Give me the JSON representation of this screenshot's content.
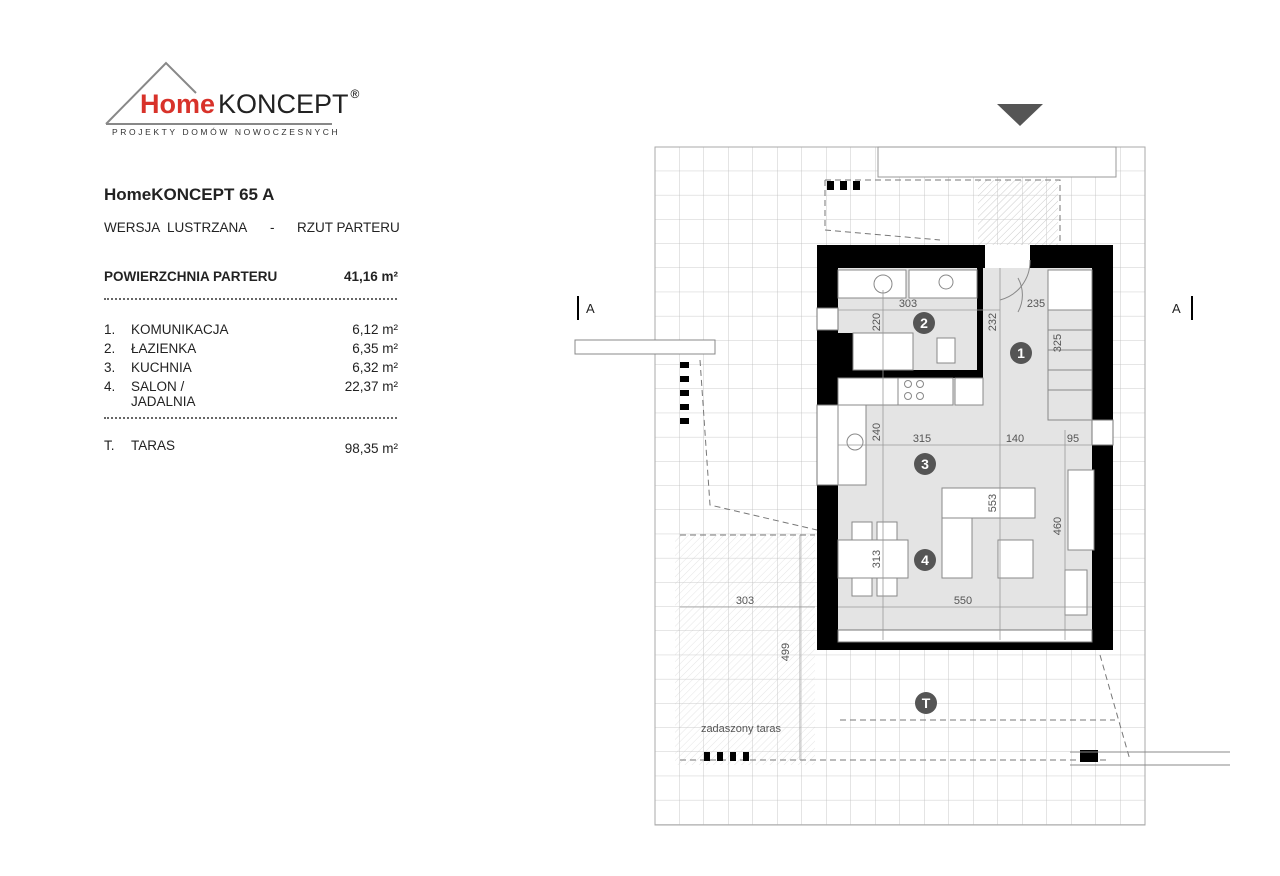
{
  "logo": {
    "home": "Home",
    "koncept": "KONCEPT",
    "reg": "®",
    "tagline": "PROJEKTY DOMÓW NOWOCZESNYCH"
  },
  "project": {
    "title": "HomeKONCEPT 65 A",
    "version": "WERSJA  LUSTRZANA",
    "separator": "-",
    "view": "RZUT PARTERU"
  },
  "area": {
    "label": "POWIERZCHNIA PARTERU",
    "value": "41,16 m²"
  },
  "rooms": [
    {
      "num": "1.",
      "name": "KOMUNIKACJA",
      "area": "6,12 m²"
    },
    {
      "num": "2.",
      "name": "ŁAZIENKA",
      "area": "6,35 m²"
    },
    {
      "num": "3.",
      "name": "KUCHNIA",
      "area": "6,32 m²"
    },
    {
      "num": "4.",
      "name": "SALON / JADALNIA",
      "area": "22,37 m²"
    }
  ],
  "terrace": {
    "num": "T.",
    "name": "TARAS",
    "area": "98,35 m²"
  },
  "plan": {
    "section_left": "A",
    "section_right": "A",
    "markers": [
      "1",
      "2",
      "3",
      "4",
      "T"
    ],
    "dims": {
      "d303": "303",
      "d220": "220",
      "d232": "232",
      "d235": "235",
      "d325": "325",
      "d240": "240",
      "d315": "315",
      "d140": "140",
      "d95": "95",
      "d553": "553",
      "d460": "460",
      "d313": "313",
      "d550": "550",
      "t303": "303",
      "t499": "499"
    },
    "terrace_label": "zadaszony taras"
  }
}
